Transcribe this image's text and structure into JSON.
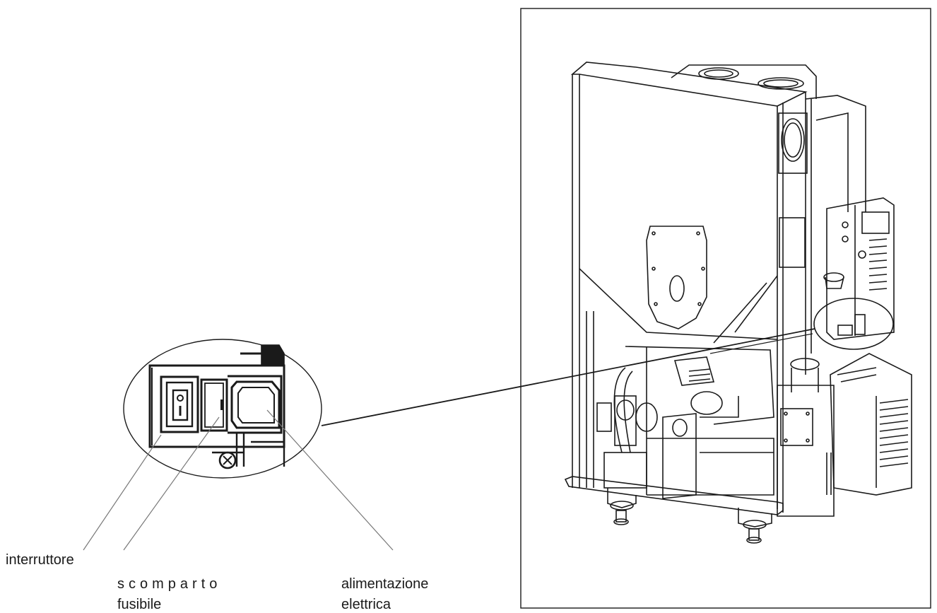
{
  "labels": {
    "switch": "interruttore",
    "fuse_line1": "scomparto",
    "fuse_line2": "fusibile",
    "power_line1": "alimentazione",
    "power_line2": "elettrica"
  },
  "colors": {
    "line": "#1a1a1a",
    "leader": "#777777",
    "background": "#ffffff"
  }
}
